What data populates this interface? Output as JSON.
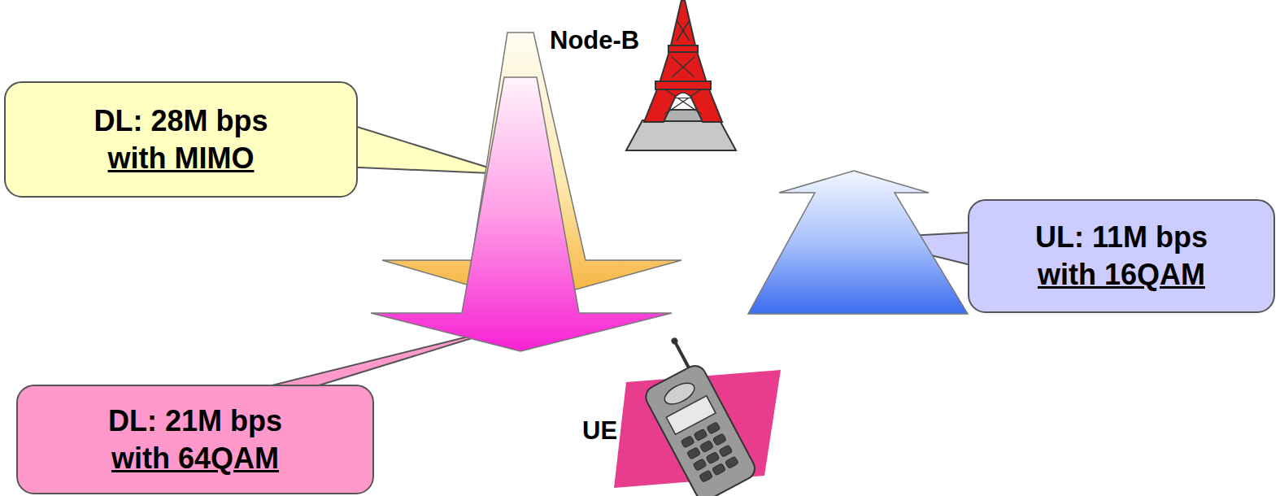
{
  "diagram": {
    "nodes": [
      {
        "text": [
          "DL: 28M bps",
          "with MIMO"
        ]
      },
      {
        "text": [
          "UL: 11M bps",
          "with 16QAM"
        ]
      },
      {
        "text": [
          "DL: 21M bps",
          "with 64QAM"
        ]
      }
    ],
    "labels": [
      "Node-B",
      "UE"
    ]
  }
}
